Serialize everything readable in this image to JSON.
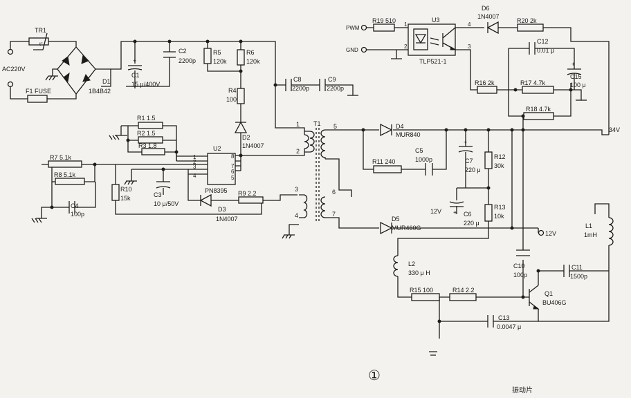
{
  "colors": {
    "ink": "#1c1c1c",
    "paper": "#f4f2ee"
  },
  "labels": {
    "tr1": "TR1",
    "tr1_t": "t°",
    "ac220": "AC220V",
    "f1": "F1 FUSE",
    "d1": "D1",
    "d1v": "1B4B42",
    "c1": "C1",
    "c1v": "15 μ/400V",
    "c2": "C2",
    "c2v": "2200p",
    "r5": "R5",
    "r5v": "120k",
    "r6": "R6",
    "r6v": "120k",
    "r4": "R4",
    "r4v": "100",
    "d2": "D2",
    "d2v": "1N4007",
    "c8": "C8",
    "c8v": "2200p",
    "c9": "C9",
    "c9v": "2200p",
    "r1": "R1 1.5",
    "r2": "R2 1.5",
    "r3": "R3 1.8",
    "u2": "U2",
    "u2v": "PN8395",
    "p1": "1",
    "p2": "2",
    "p3": "3",
    "p4": "4",
    "p5": "5",
    "p6": "6",
    "p7": "7",
    "p8": "8",
    "r7": "R7 5.1k",
    "r8": "R8 5.1k",
    "c4": "C4",
    "c4v": "100p",
    "r10": "R10",
    "r10v": "15k",
    "c3": "C3",
    "c3v": "10 μ/50V",
    "d3": "D3",
    "d3v": "1N4007",
    "r9": "R9 2.2",
    "t1": "T1",
    "w1": "1",
    "w2": "2",
    "w3": "3",
    "w4": "4",
    "w5": "5",
    "w6": "6",
    "w7": "7",
    "pwm": "PWM",
    "gnd": "GND",
    "r19": "R19 510",
    "u3": "U3",
    "u3v": "TLP521-1",
    "u3p1": "1",
    "u3p2": "2",
    "u3p3": "3",
    "u3p4": "4",
    "d6": "D6",
    "d6v": "1N4007",
    "r20": "R20 2k",
    "c12": "C12",
    "c12v": "0.01 μ",
    "c15": "C15",
    "c15v": "100 μ",
    "r16": "R16 2k",
    "r17": "R17 4.7k",
    "r18": "R18 4.7k",
    "v34": "34V",
    "d4": "D4",
    "d4v": "MUR840",
    "r11": "R11 240",
    "c5": "C5",
    "c5v": "1000p",
    "c7": "C7",
    "c7v": "220 μ",
    "r12": "R12",
    "r12v": "30k",
    "c6": "C6",
    "c6v": "220 μ",
    "r13": "R13",
    "r13v": "10k",
    "v12a": "12V",
    "d5": "D5",
    "d5v": "MUR460G",
    "v12b": "12V",
    "l1": "L1",
    "l1v": "1mH",
    "l2": "L2",
    "l2v": "330 μ H",
    "c10": "C10",
    "c10v": "100p",
    "c11": "C11",
    "c11v": "1500p",
    "r15": "R15 100",
    "r14": "R14 2.2",
    "q1": "Q1",
    "q1v": "BU406G",
    "c13": "C13",
    "c13v": "0.0047 μ",
    "figno": "①",
    "caption": "振动片"
  }
}
